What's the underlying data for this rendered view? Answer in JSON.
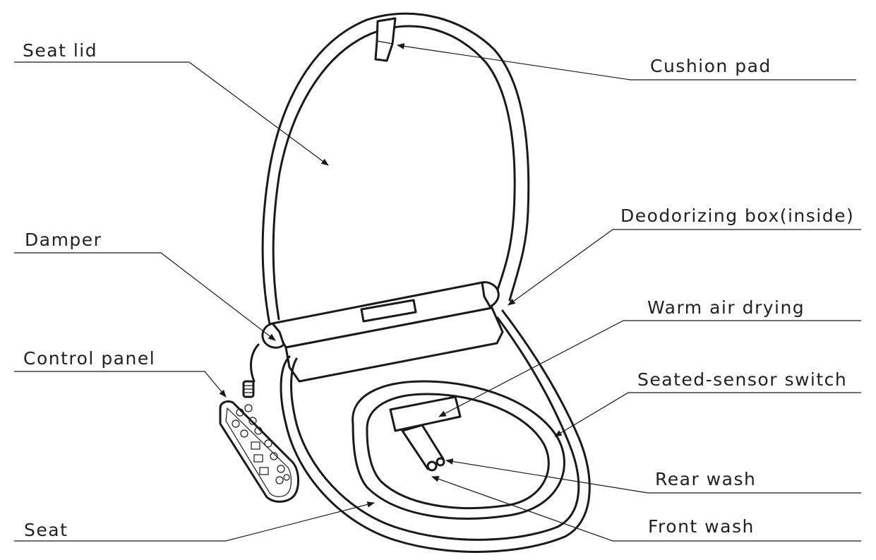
{
  "labels": {
    "seat_lid": "Seat lid",
    "cushion_pad": "Cushion pad",
    "deodorizing_box": "Deodorizing box(inside)",
    "damper": "Damper",
    "warm_air_drying": "Warm air drying",
    "control_panel": "Control panel",
    "seated_sensor_switch": "Seated-sensor switch",
    "rear_wash": "Rear wash",
    "seat": "Seat",
    "front_wash": "Front wash"
  },
  "colors": {
    "line": "#1a1a1a",
    "text": "#222222",
    "background": "#ffffff"
  }
}
